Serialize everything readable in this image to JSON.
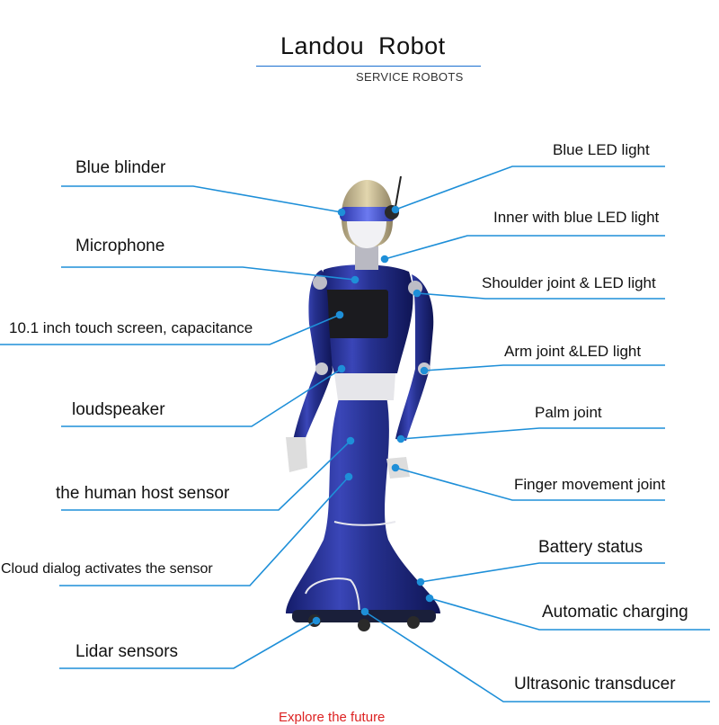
{
  "header": {
    "title": "Landou  Robot",
    "subtitle": "SERVICE ROBOTS"
  },
  "labels": {
    "blue_blinder": "Blue blinder",
    "microphone": "Microphone",
    "touch_screen": "10.1 inch touch screen, capacitance",
    "loudspeaker": "loudspeaker",
    "host_sensor": "the human host sensor",
    "cloud_dialog": "Cloud dialog activates the sensor",
    "lidar": "Lidar sensors",
    "blue_led": "Blue LED light",
    "inner_led": "Inner with blue LED light",
    "shoulder_joint": "Shoulder joint & LED light",
    "arm_joint": "Arm joint &LED light",
    "palm_joint": "Palm joint",
    "finger_joint": "Finger movement joint",
    "battery": "Battery status",
    "charging": "Automatic charging",
    "ultrasonic": "Ultrasonic transducer"
  },
  "footer": {
    "cutoff_text": "Explore the future"
  },
  "colors": {
    "leader_line": "#1e8fd8",
    "robot_body": "#1f2a8c",
    "robot_highlight": "#5a68d8",
    "helmet": "#c8b98a",
    "visor": "#3440c0"
  }
}
